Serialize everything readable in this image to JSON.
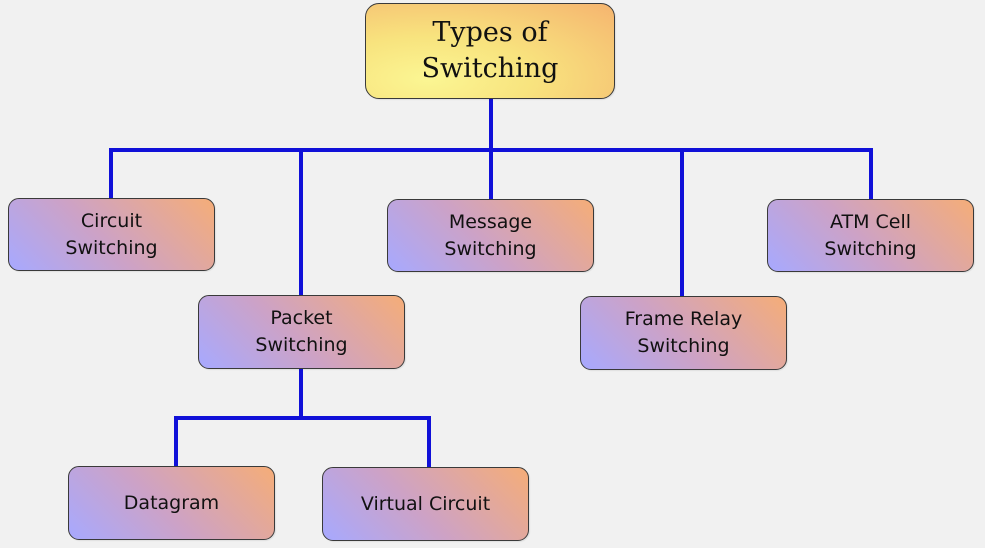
{
  "diagram": {
    "root": {
      "label": "Types of\nSwitching"
    },
    "nodes": {
      "circuit": {
        "label": "Circuit\nSwitching"
      },
      "packet": {
        "label": "Packet\nSwitching"
      },
      "message": {
        "label": "Message\nSwitching"
      },
      "frame_relay": {
        "label": "Frame Relay\nSwitching"
      },
      "atm_cell": {
        "label": "ATM Cell\nSwitching"
      },
      "datagram": {
        "label": "Datagram"
      },
      "virtual_circuit": {
        "label": "Virtual Circuit"
      }
    },
    "edges": [
      [
        "root",
        "circuit"
      ],
      [
        "root",
        "packet"
      ],
      [
        "root",
        "message"
      ],
      [
        "root",
        "frame_relay"
      ],
      [
        "root",
        "atm_cell"
      ],
      [
        "packet",
        "datagram"
      ],
      [
        "packet",
        "virtual_circuit"
      ]
    ],
    "colors": {
      "connector": "#1010d8",
      "background": "#f1f1f1",
      "root_fill": "#f8e37e",
      "node_fill_start": "#a7a9ff",
      "node_fill_end": "#f5ad78"
    }
  }
}
